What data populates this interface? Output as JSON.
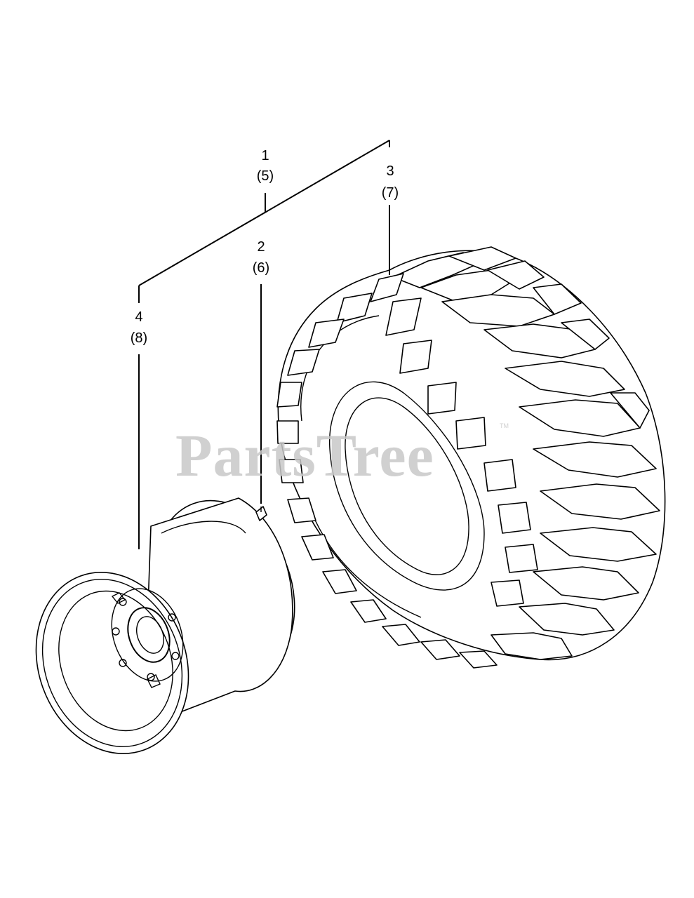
{
  "callouts": [
    {
      "id": "1",
      "num": "1",
      "paren": "(5)"
    },
    {
      "id": "2",
      "num": "2",
      "paren": "(6)"
    },
    {
      "id": "3",
      "num": "3",
      "paren": "(7)"
    },
    {
      "id": "4",
      "num": "4",
      "paren": "(8)"
    }
  ],
  "watermark": {
    "text": "PartsTree",
    "tm": "TM"
  }
}
